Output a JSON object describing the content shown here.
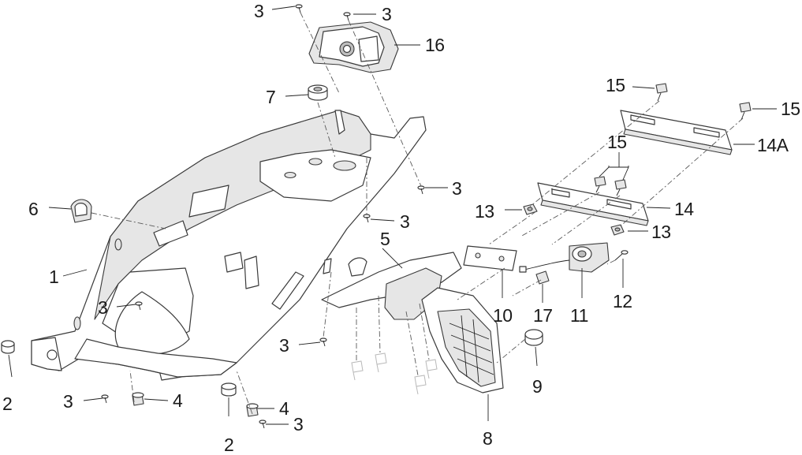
{
  "callouts": {
    "c1": "1",
    "c2a": "2",
    "c2b": "2",
    "c3a": "3",
    "c3b": "3",
    "c3c": "3",
    "c3d": "3",
    "c3e": "3",
    "c3f": "3",
    "c3g": "3",
    "c3h": "3",
    "c4a": "4",
    "c4b": "4",
    "c5": "5",
    "c6": "6",
    "c7": "7",
    "c8": "8",
    "c9": "9",
    "c10": "10",
    "c11": "11",
    "c12": "12",
    "c13a": "13",
    "c13b": "13",
    "c14": "14",
    "c14a": "14A",
    "c15a": "15",
    "c15b": "15",
    "c15c": "15",
    "c16": "16",
    "c17": "17"
  }
}
